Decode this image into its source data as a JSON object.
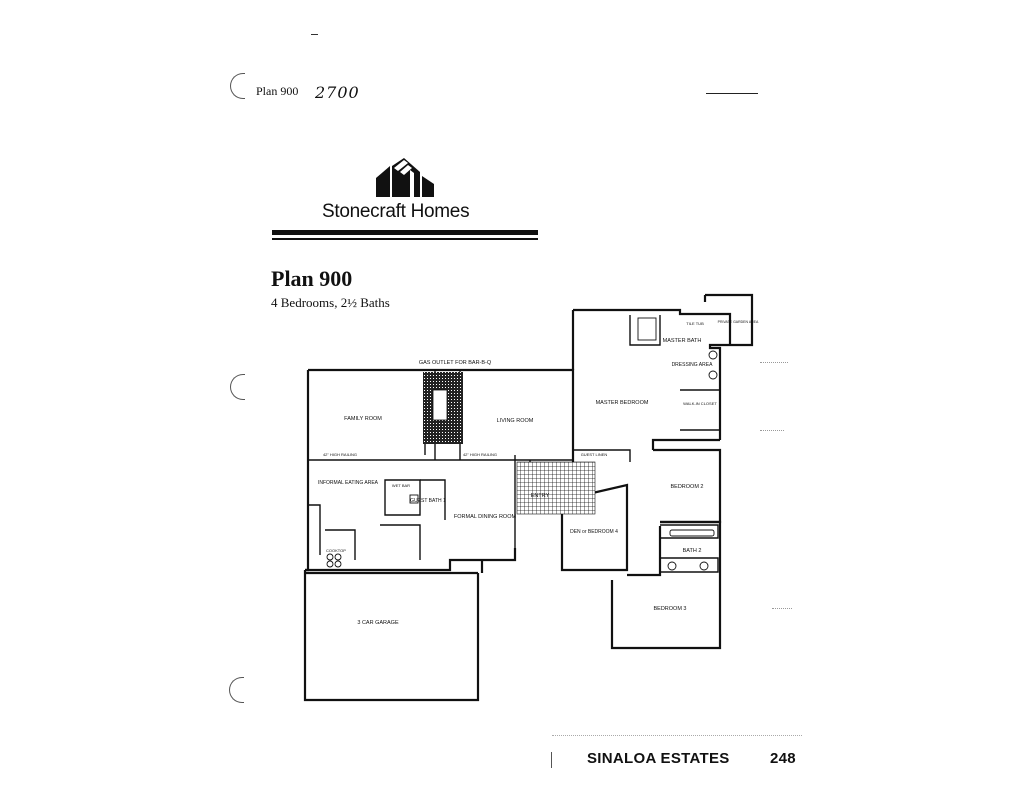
{
  "header": {
    "plan_label": "Plan 900",
    "handwritten_number": "2700"
  },
  "brand": {
    "name": "Stonecraft Homes"
  },
  "plan": {
    "title": "Plan 900",
    "subtitle": "4 Bedrooms, 2½ Baths"
  },
  "floorplan": {
    "note": "GAS OUTLET FOR BAR-B-Q",
    "rooms": {
      "family_room": "FAMILY ROOM",
      "living_room": "LIVING ROOM",
      "master_bedroom": "MASTER BEDROOM",
      "master_bath": "MASTER BATH",
      "dressing_area": "DRESSING AREA",
      "walk_in_closet": "WALK-IN CLOSET",
      "tile_tub": "TILE TUB",
      "private_garden": "PRIVATE GARDEN AREA",
      "informal_eating": "INFORMAL EATING AREA",
      "wet_bar": "WET BAR",
      "guest_bath": "GUEST BATH 1",
      "formal_dining": "FORMAL DINING ROOM",
      "entry": "ENTRY",
      "den": "DEN or BEDROOM 4",
      "bedroom2": "BEDROOM 2",
      "bath2": "BATH 2",
      "bedroom3": "BEDROOM 3",
      "garage": "3 CAR GARAGE",
      "railing1": "42\" HIGH RAILING",
      "railing2": "42\" HIGH RAILING",
      "cooktop": "COOKTOP",
      "guest_linen": "GUEST LINEN"
    }
  },
  "footer": {
    "community": "SINALOA ESTATES",
    "page_number": "248"
  }
}
